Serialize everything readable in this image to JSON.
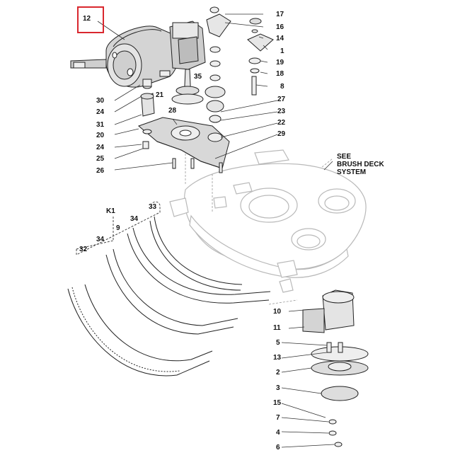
{
  "callouts": [
    "12",
    "17",
    "16",
    "14",
    "1",
    "19",
    "18",
    "8",
    "35",
    "21",
    "30",
    "24",
    "31",
    "20",
    "24",
    "25",
    "26",
    "27",
    "23",
    "22",
    "28",
    "29",
    "K1",
    "33",
    "34",
    "9",
    "32",
    "34",
    "10",
    "11",
    "5",
    "13",
    "2",
    "3",
    "15",
    "7",
    "4",
    "6"
  ],
  "highlight_color": "#d9272e",
  "note": {
    "line1": "SEE",
    "line2": "BRUSH DECK",
    "line3": "SYSTEM"
  }
}
